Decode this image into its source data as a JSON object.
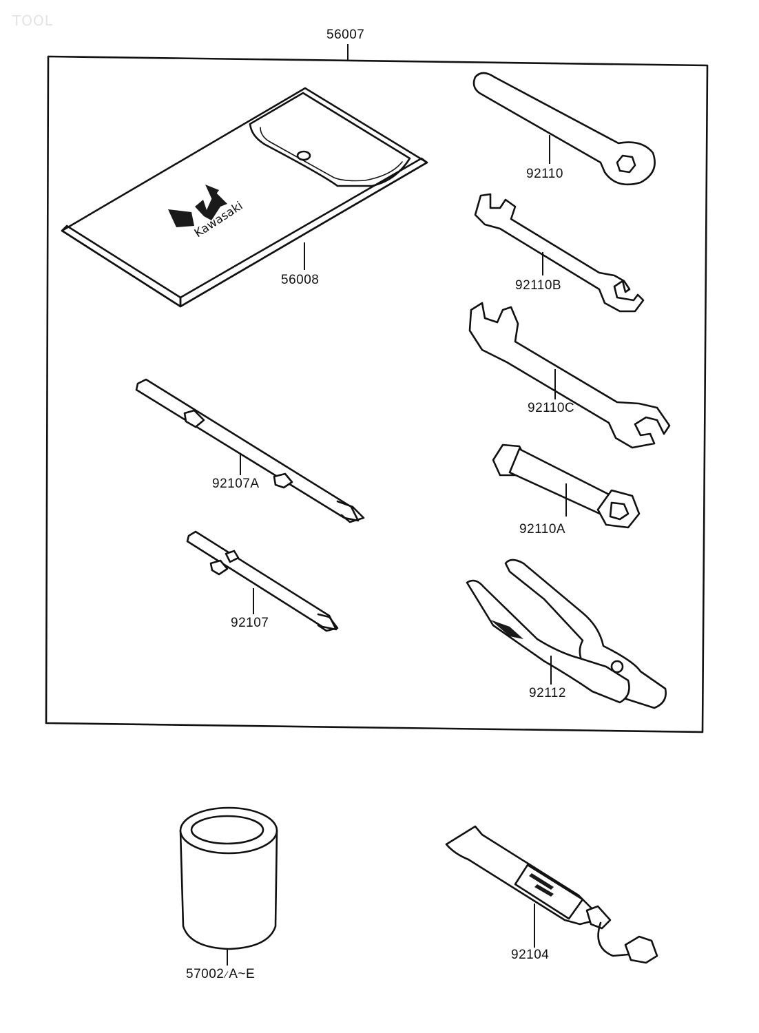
{
  "watermark": "TOOL",
  "parts": {
    "kit": "56007",
    "pouch": "56008",
    "box_wrench": "92110",
    "wrench_small": "92110B",
    "wrench_large": "92110C",
    "plug_wrench": "92110A",
    "pliers": "92112",
    "screwdriver_long": "92107A",
    "screwdriver_short": "92107",
    "oil_filter": "57002",
    "oil_filter_suffix": "A~E",
    "grease_tube": "92104"
  },
  "pouch_logo_text": "Kawasaki",
  "colors": {
    "ink": "#111111",
    "background": "#ffffff",
    "watermark": "#e3e3e3"
  }
}
